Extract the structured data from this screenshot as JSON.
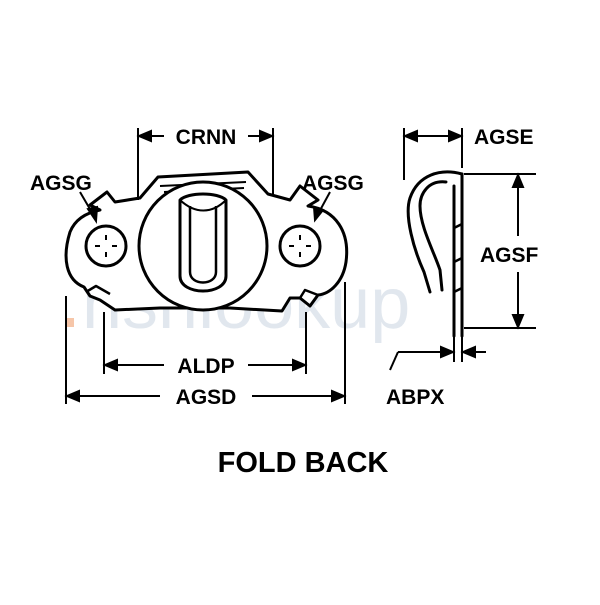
{
  "labels": {
    "crnn": "CRNN",
    "agsg_left": "AGSG",
    "agsg_right": "AGSG",
    "aldp": "ALDP",
    "agsd": "AGSD",
    "agse": "AGSE",
    "agsf": "AGSF",
    "abpx": "ABPX"
  },
  "caption": "FOLD BACK",
  "watermark": "nsnlookup",
  "colors": {
    "line": "#000000",
    "watermark": "#c9d3e0",
    "watermark_accent": "#f0a070"
  }
}
